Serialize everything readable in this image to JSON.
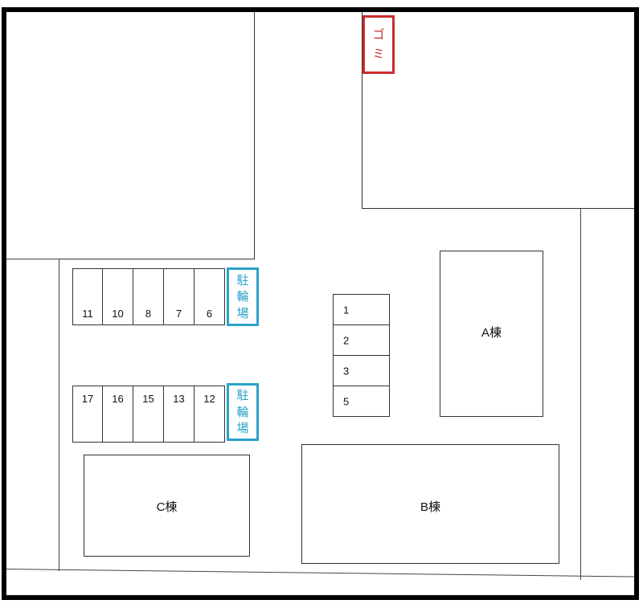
{
  "buildings": {
    "a": "A棟",
    "b": "B棟",
    "c": "C棟"
  },
  "bike_parking": {
    "label_chars": [
      "駐",
      "輪",
      "場"
    ]
  },
  "garbage": {
    "label_chars": [
      "ゴ",
      "ミ"
    ]
  },
  "parking_top_row": [
    "11",
    "10",
    "8",
    "7",
    "6"
  ],
  "parking_bottom_row": [
    "17",
    "16",
    "15",
    "13",
    "12"
  ],
  "parking_center_column": [
    "1",
    "2",
    "3",
    "5"
  ],
  "colors": {
    "bike_parking": "#2aa3c9",
    "garbage": "#cc2a2a",
    "outline": "#000000"
  }
}
